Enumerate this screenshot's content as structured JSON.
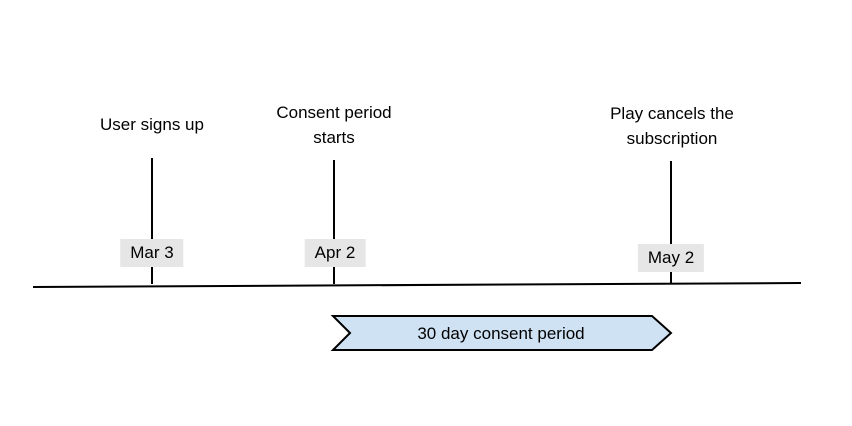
{
  "events": [
    {
      "label": "User signs up",
      "date": "Mar 3"
    },
    {
      "label": "Consent period starts",
      "date": "Apr 2"
    },
    {
      "label": "Play cancels the subscription",
      "date": "May 2"
    }
  ],
  "banner": {
    "label": "30 day consent period"
  },
  "colors": {
    "banner_fill": "#cfe2f3",
    "banner_border": "#000000",
    "axis_line": "#000000",
    "date_label_bg": "#e6e6e6",
    "text": "#000000",
    "background": "#ffffff"
  }
}
